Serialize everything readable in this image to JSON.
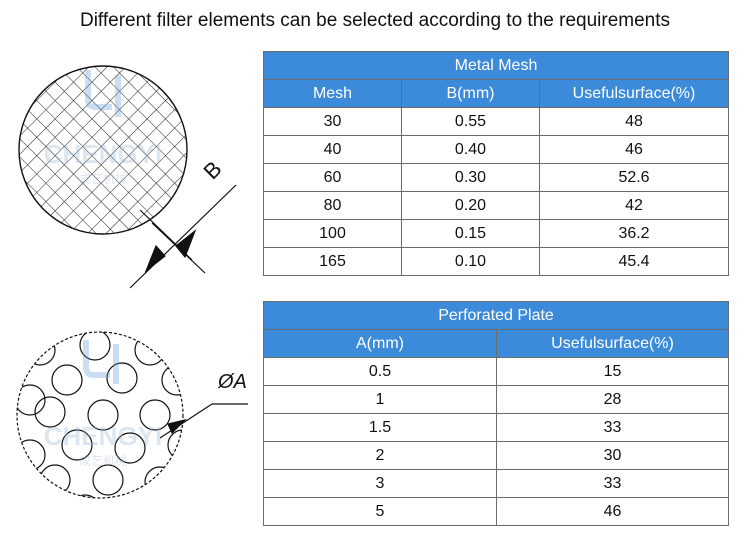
{
  "title": "Different filter elements can be selected according to the requirements",
  "watermark": {
    "text": "CHENGYI",
    "chinese": "成艺机械"
  },
  "diagrams": {
    "mesh_dimension_label": "B",
    "plate_dimension_label": "ØA"
  },
  "colors": {
    "header_blue": "#3c8bdb",
    "border": "#6b6b6b"
  },
  "metal_mesh": {
    "title": "Metal Mesh",
    "headers": [
      "Mesh",
      "B(mm)",
      "Usefulsurface(%)"
    ],
    "rows": [
      [
        "30",
        "0.55",
        "48"
      ],
      [
        "40",
        "0.40",
        "46"
      ],
      [
        "60",
        "0.30",
        "52.6"
      ],
      [
        "80",
        "0.20",
        "42"
      ],
      [
        "100",
        "0.15",
        "36.2"
      ],
      [
        "165",
        "0.10",
        "45.4"
      ]
    ]
  },
  "perforated_plate": {
    "title": "Perforated Plate",
    "headers": [
      "A(mm)",
      "Usefulsurface(%)"
    ],
    "rows": [
      [
        "0.5",
        "15"
      ],
      [
        "1",
        "28"
      ],
      [
        "1.5",
        "33"
      ],
      [
        "2",
        "30"
      ],
      [
        "3",
        "33"
      ],
      [
        "5",
        "46"
      ]
    ]
  }
}
